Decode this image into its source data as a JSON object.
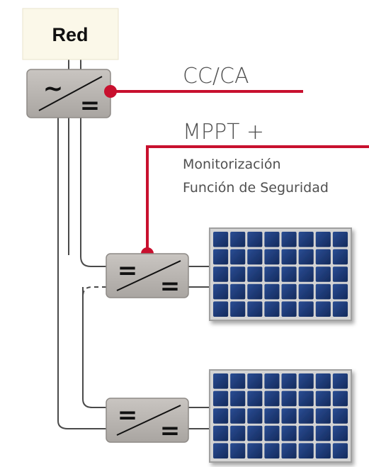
{
  "grid": {
    "label": "Red"
  },
  "inverter": {
    "input_symbol": "~",
    "output_symbol": "=",
    "label": "CC/CA"
  },
  "optimizers": [
    {
      "input_symbol": "=",
      "output_symbol": "="
    },
    {
      "input_symbol": "=",
      "output_symbol": "="
    }
  ],
  "features": {
    "title": "MPPT +",
    "lines": [
      "Monitorización",
      "Función de Seguridad"
    ]
  },
  "colors": {
    "accent": "#c8102e",
    "box_fill": "#b8b4b0",
    "box_stroke": "#8e8a86",
    "wire": "#4a4a4a",
    "grid_fill": "#fbf8e9",
    "panel_cell": "#1d3b7a",
    "panel_frame": "#c9c9c9"
  },
  "icons": [
    "solar-panel-icon",
    "solar-panel-icon"
  ]
}
